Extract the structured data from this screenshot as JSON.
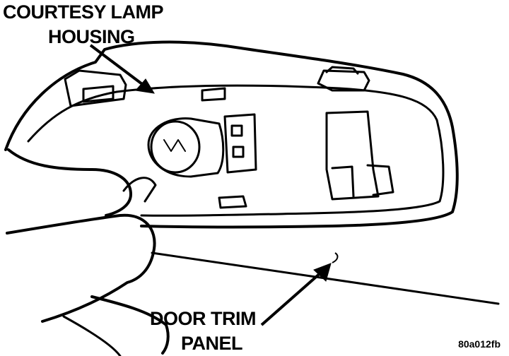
{
  "callouts": {
    "housing_line1": "COURTESY LAMP",
    "housing_line2": "HOUSING",
    "trim_line1": "DOOR TRIM",
    "trim_line2": "PANEL"
  },
  "figure_code": "80a012fb"
}
